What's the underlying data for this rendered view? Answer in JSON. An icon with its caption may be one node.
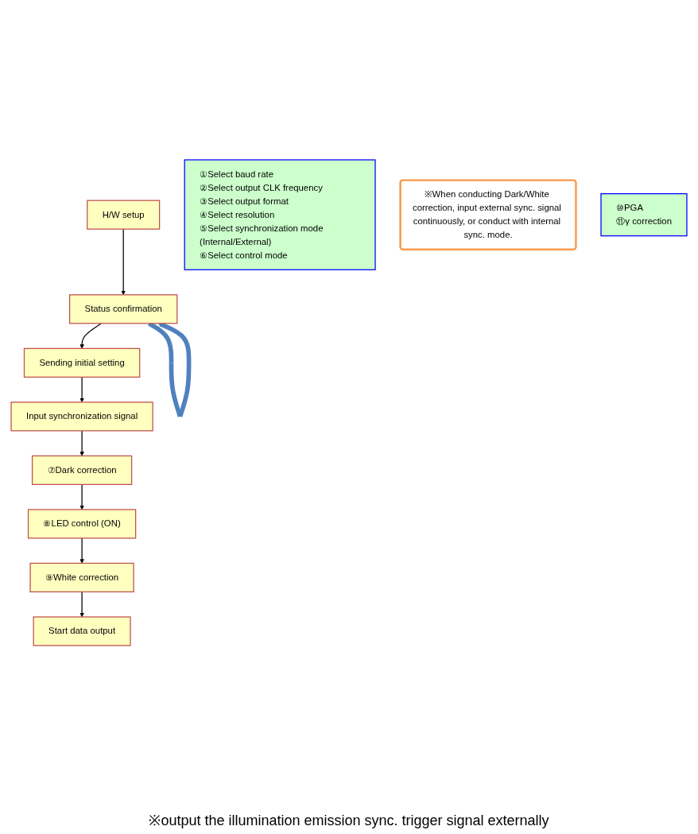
{
  "diagram": {
    "nodes": [
      {
        "text": [
          "H/W setup"
        ]
      },
      {
        "text": [
          "Status confirmation"
        ]
      },
      {
        "text": [
          "Sending initial setting"
        ]
      },
      {
        "text": [
          "①Select baud rate",
          "②Select output CLK frequency",
          "③Select output format",
          "④Select resolution",
          "⑤Select synchronization mode (Internal/External)",
          "⑥Select control mode"
        ]
      },
      {
        "text": [
          "Input synchronization signal"
        ]
      },
      {
        "text": [
          "※When conducting Dark/White correction, input external sync. signal continuously, or conduct with internal sync. mode."
        ]
      },
      {
        "text": [
          "⑦Dark correction"
        ]
      },
      {
        "text": [
          "⑧LED control (ON)"
        ]
      },
      {
        "text": [
          "⑨White correction"
        ]
      },
      {
        "text": [
          "⑩PGA",
          "⑪γ correction"
        ]
      },
      {
        "text": [
          "Start data output"
        ]
      }
    ],
    "edges": [
      {
        "from": 0,
        "to": 1,
        "arrow": "to"
      },
      {
        "from": 1,
        "to": 1,
        "arrow": "to",
        "style": "thick",
        "color": "#4f81bd"
      },
      {
        "from": 1,
        "to": 2,
        "arrow": "to"
      },
      {
        "from": 2,
        "to": 4,
        "arrow": "to"
      },
      {
        "from": 4,
        "to": 6,
        "arrow": "to"
      },
      {
        "from": 6,
        "to": 7,
        "arrow": "to"
      },
      {
        "from": 7,
        "to": 8,
        "arrow": "to"
      },
      {
        "from": 8,
        "to": 10,
        "arrow": "to"
      }
    ],
    "labels": [
      "※output the illumination emission sync. trigger signal externally"
    ]
  }
}
